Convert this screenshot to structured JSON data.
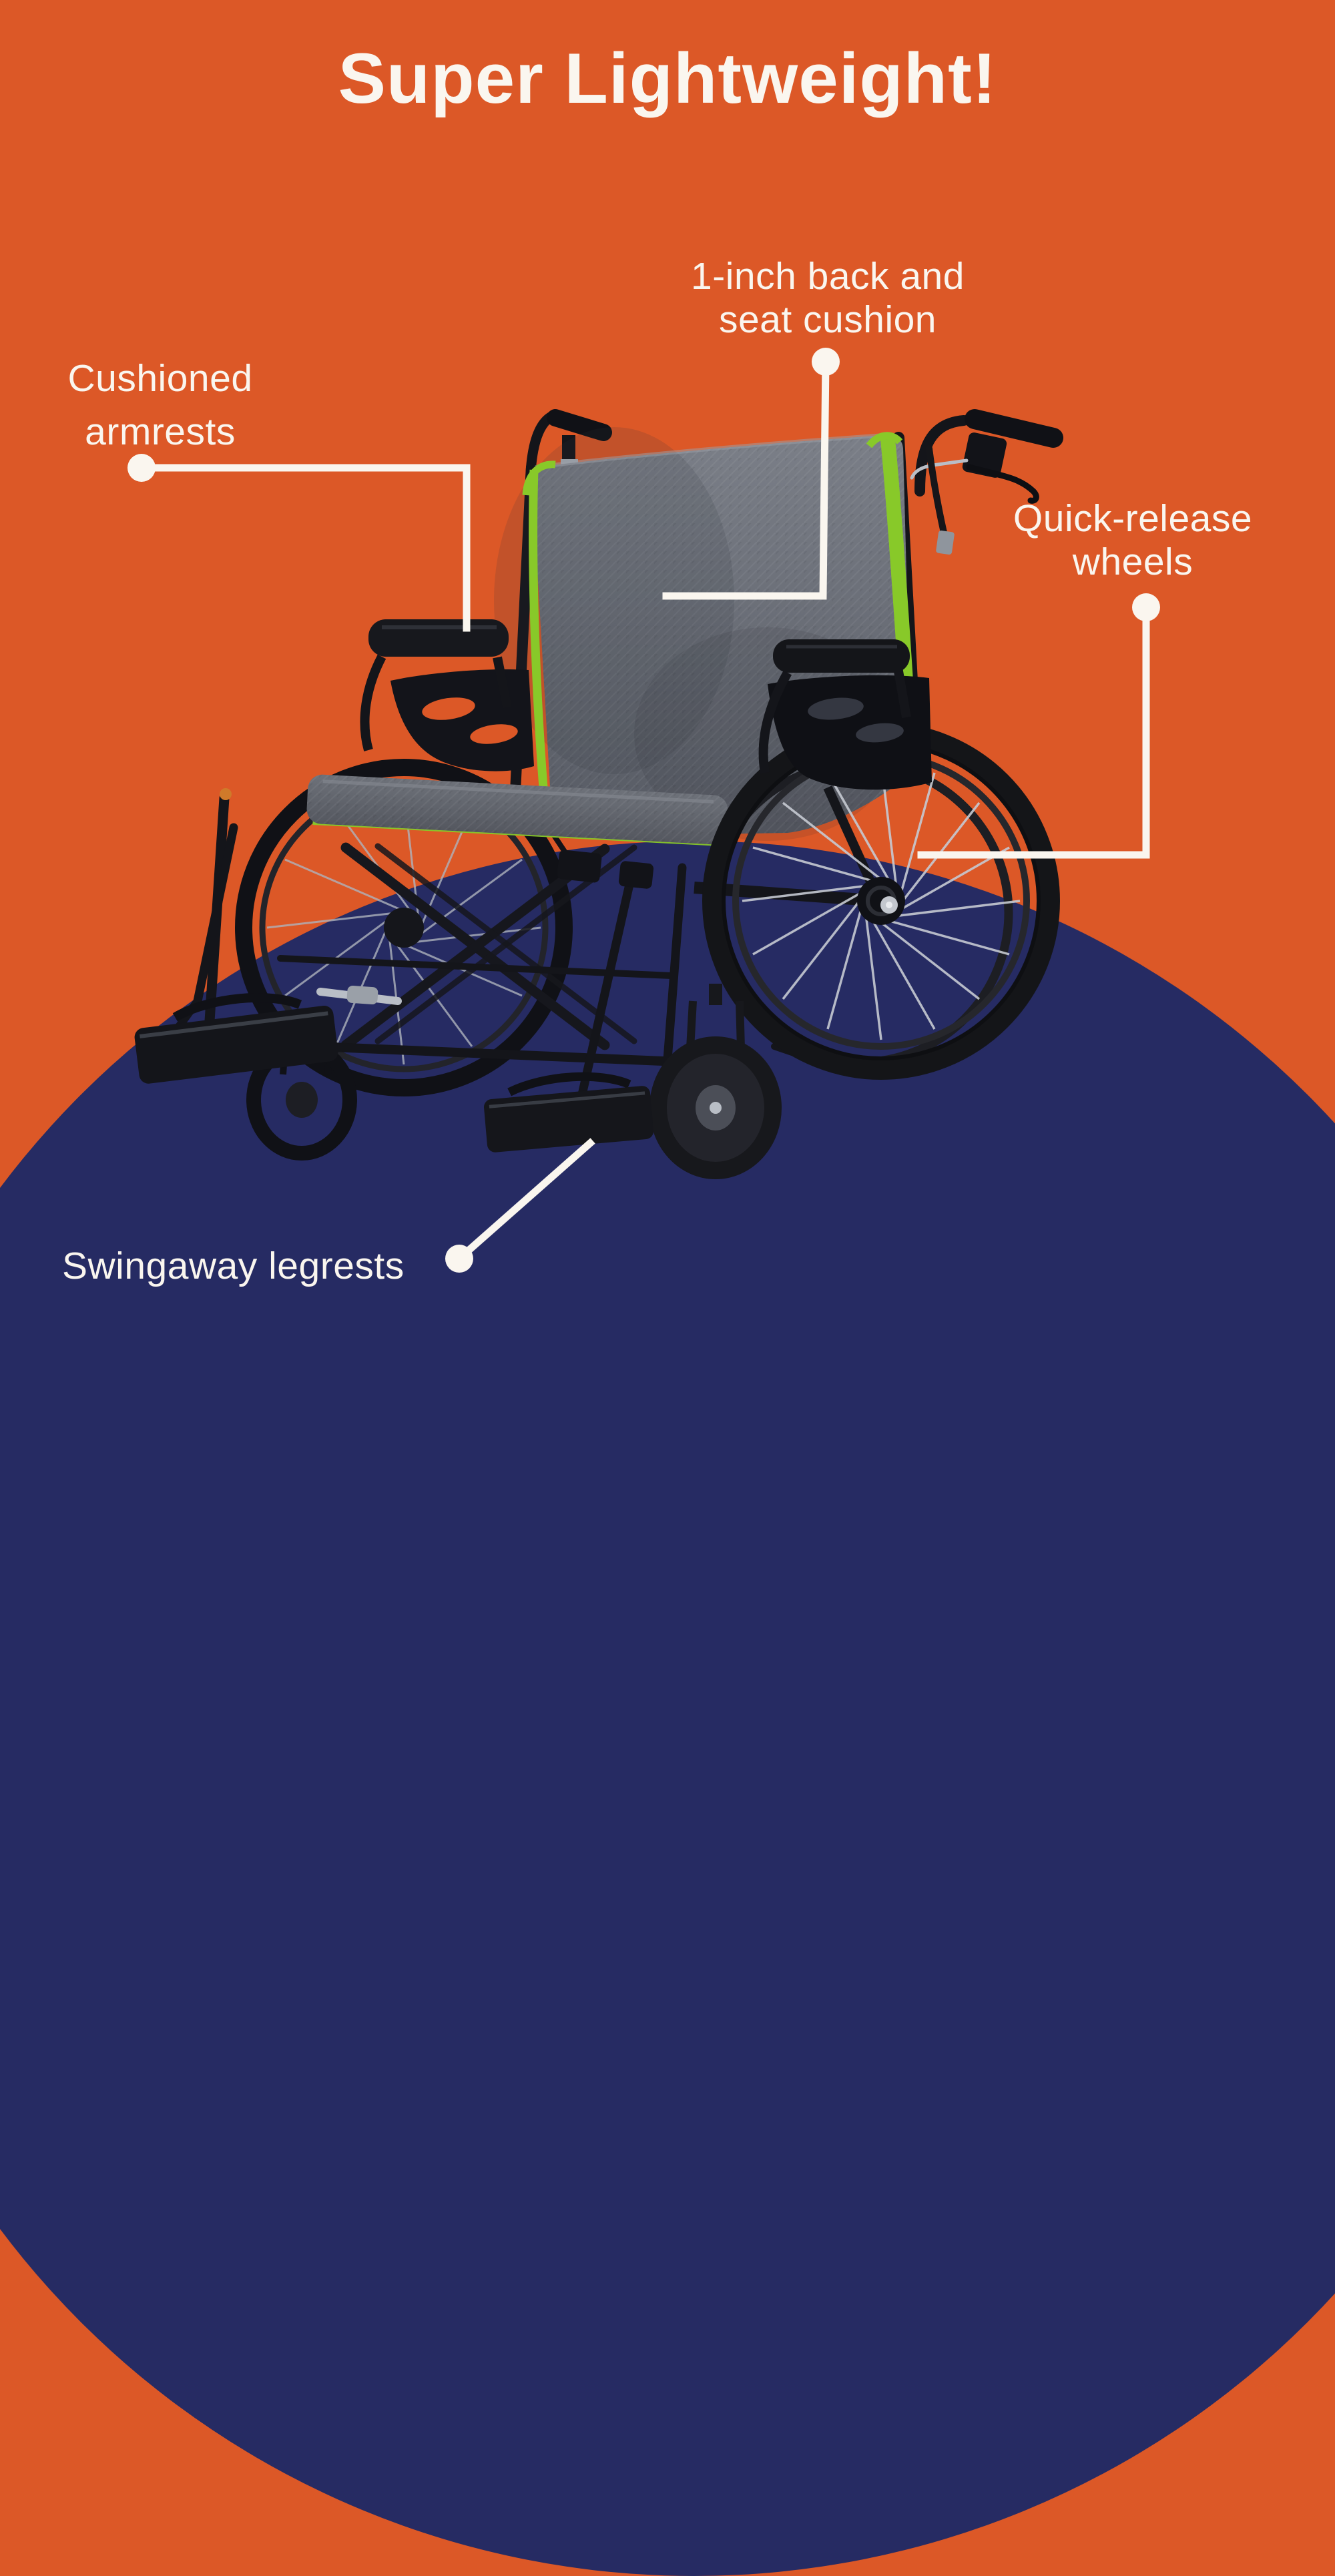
{
  "title": "Super Lightweight!",
  "callouts": {
    "armrests": {
      "line1": "Cushioned",
      "line2": "armrests"
    },
    "cushion": {
      "line1": "1-inch back and",
      "line2": "seat cushion"
    },
    "wheels": {
      "line1": "Quick-release",
      "line2": "wheels"
    },
    "legrests": {
      "line1": "Swingaway legrests"
    }
  },
  "illustration": {
    "name": "wheelchair-product-photo",
    "subject": "manual wheelchair with gray cushions and green trim"
  },
  "colors": {
    "orange": "#DC5827",
    "navy": "#262B63",
    "line": "#FAF6EF",
    "text": "#FAF6EF",
    "green": "#88C929",
    "cushion_gray": "#70747C",
    "frame_black": "#15161B"
  }
}
